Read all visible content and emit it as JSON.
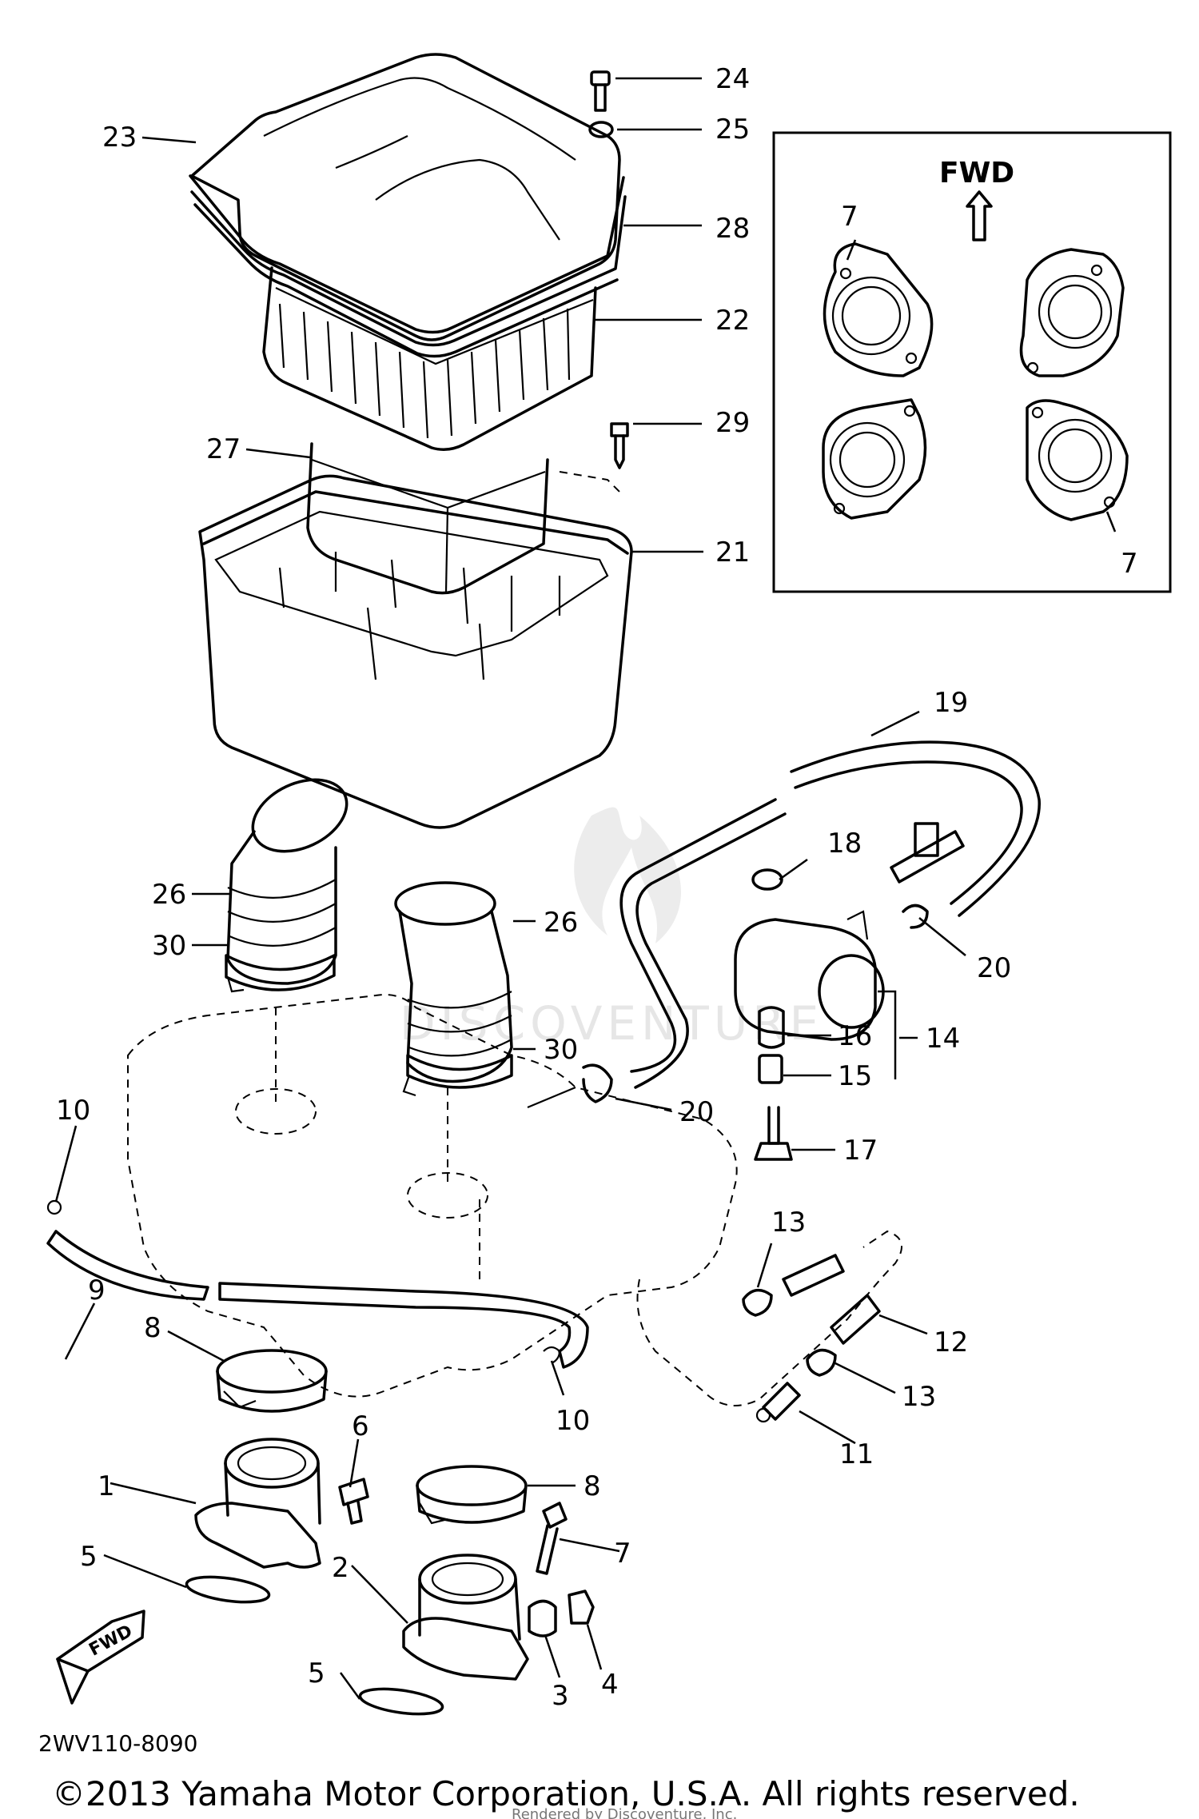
{
  "inset": {
    "fwd_label": "FWD"
  },
  "fwd_badge": "FWD",
  "diagram_code": "2WV110-8090",
  "copyright": "©2013 Yamaha Motor Corporation, U.S.A. All rights reserved.",
  "watermark": {
    "brand": "DISCOVENTURE",
    "credit": "Rendered by Discoventure, Inc."
  },
  "callouts": {
    "c1": "1",
    "c2": "2",
    "c3": "3",
    "c4": "4",
    "c5a": "5",
    "c5b": "5",
    "c6": "6",
    "c7a": "7",
    "c7b": "7",
    "c7c": "7",
    "c8a": "8",
    "c8b": "8",
    "c9": "9",
    "c10a": "10",
    "c10b": "10",
    "c11": "11",
    "c12": "12",
    "c13a": "13",
    "c13b": "13",
    "c14": "14",
    "c15": "15",
    "c16": "16",
    "c17": "17",
    "c18": "18",
    "c19": "19",
    "c20a": "20",
    "c20b": "20",
    "c21": "21",
    "c22": "22",
    "c23": "23",
    "c24": "24",
    "c25": "25",
    "c26a": "26",
    "c26b": "26",
    "c27": "27",
    "c28": "28",
    "c29": "29",
    "c30a": "30",
    "c30b": "30"
  }
}
